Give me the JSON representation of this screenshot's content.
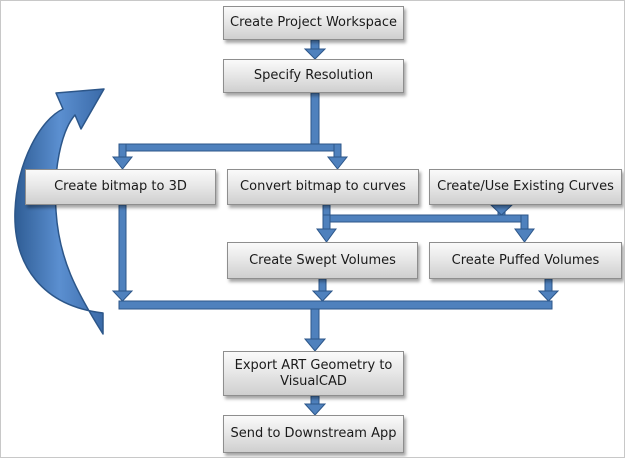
{
  "steps": {
    "create_project_workspace": "Create Project Workspace",
    "specify_resolution": "Specify Resolution",
    "create_bitmap_to_3d": "Create bitmap to 3D",
    "convert_bitmap_to_curves": "Convert bitmap to curves",
    "create_use_existing_curves": "Create/Use Existing Curves",
    "create_swept_volumes": "Create Swept Volumes",
    "create_puffed_volumes": "Create Puffed Volumes",
    "export_art_geometry": "Export  ART Geometry to VisualCAD",
    "send_to_downstream_app": "Send to Downstream App"
  },
  "colors": {
    "connector": "#4f81bd",
    "connector_edge": "#2c5689",
    "box_border": "#8e8e8e"
  },
  "icons": {
    "loop_arrow": "curved-loop-back-arrow-icon"
  }
}
